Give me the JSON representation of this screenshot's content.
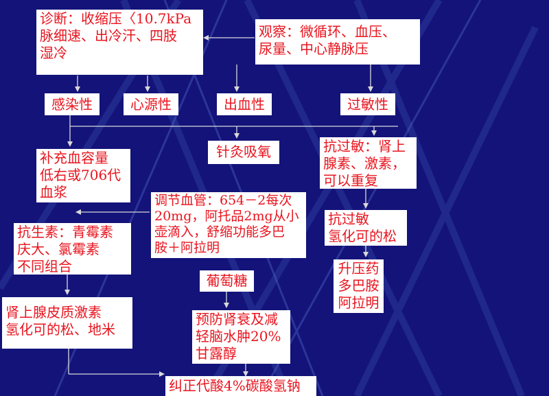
{
  "colors": {
    "background": "#13137a",
    "box_fill": "#ffffff",
    "text": "#e8141e",
    "connector": "#d9d9d9"
  },
  "nodes": {
    "diagnosis": "诊断：收缩压〈10.7kPa\n脉细速、出冷汗、四肢\n湿冷",
    "observe": "观察：微循环、血压、\n尿量、中心静脉压",
    "infection": "感染性",
    "cardiogenic": "心源性",
    "hemorrhagic": "出血性",
    "allergic": "过敏性",
    "acupuncture": "针灸吸氧",
    "volume": "补充血容量\n低右或706代\n血浆",
    "anti_allergy": "抗过敏：肾上\n腺素、激素，\n可以重复",
    "vascular": "调节血管：654－2每次\n20mg，阿托品2mg从小\n壶滴入，舒缩功能多巴\n胺＋阿拉明",
    "antibiotics": "抗生素：青霉素\n庆大、氯霉素\n不同组合",
    "anti_allergy2": "抗过敏\n氢化可的松",
    "pressor": "升压药\n多巴胺\n阿拉明",
    "glucose": "葡萄糖",
    "corticosteroid": "肾上腺皮质激素\n氢化可的松、地米",
    "renal": "预防肾衰及减\n轻脑水肿20%\n甘露醇",
    "acidosis": "纠正代酸4%碳酸氢钠"
  }
}
